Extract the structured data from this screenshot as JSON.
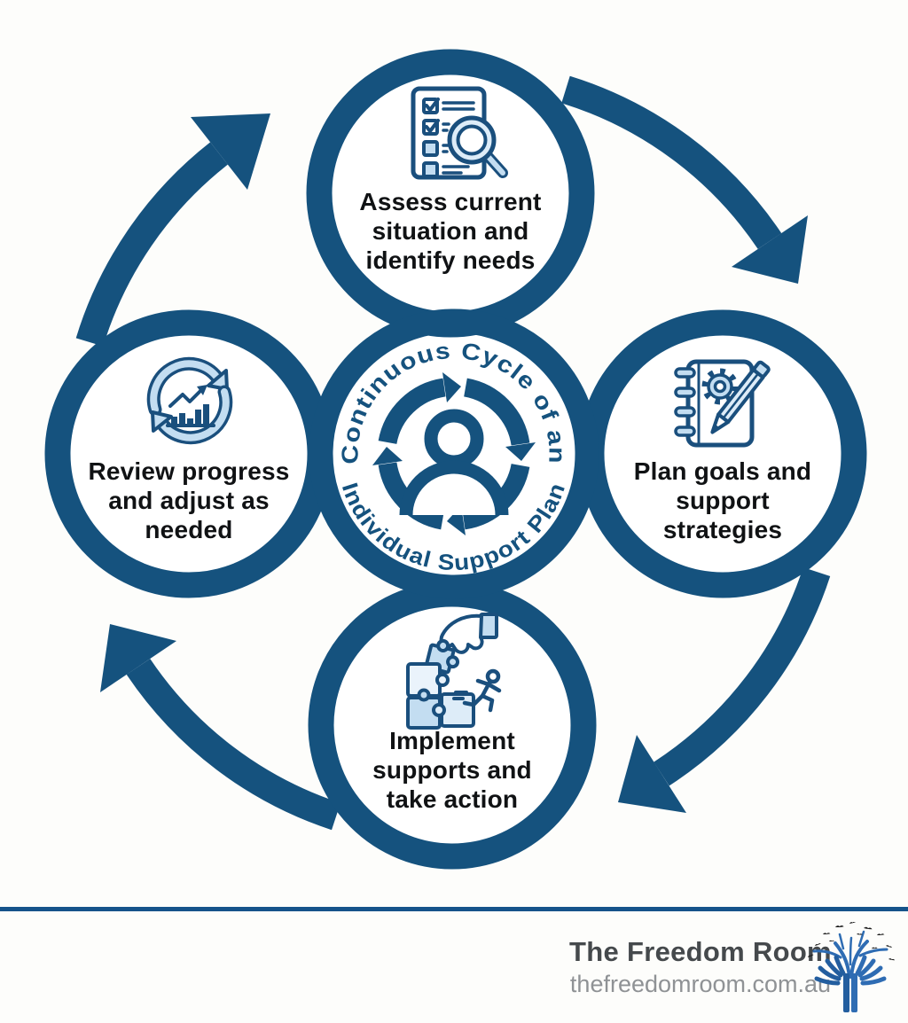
{
  "title": "Continuous Cycle of an Individual Support Plan infographic",
  "colors": {
    "primary_blue": "#15527e",
    "icon_outline": "#1a4f7d",
    "icon_fill_light": "#c3ddf1",
    "icon_fill_lighter": "#ddecf8",
    "label_text": "#101214",
    "divider_blue": "#15538a",
    "footer_brand_color": "#45494c",
    "footer_url_color": "#8f9295",
    "logo_blue": "#2e6cb3"
  },
  "center": {
    "arc_text_top": "Continuous Cycle of an",
    "arc_text_bottom": "Individual Support Plan",
    "person_icon": "person-icon",
    "cycle_icon": "circular-arrows-icon"
  },
  "nodes": [
    {
      "id": "assess",
      "position": "top",
      "icon": "checklist-magnifier-icon",
      "label": "Assess current\nsituation and\nidentify needs"
    },
    {
      "id": "plan",
      "position": "right",
      "icon": "notebook-gear-pencil-icon",
      "label": "Plan goals and\nsupport\nstrategies"
    },
    {
      "id": "implement",
      "position": "bottom",
      "icon": "puzzle-hand-runner-icon",
      "label": "Implement\nsupports and\ntake action"
    },
    {
      "id": "review",
      "position": "left",
      "icon": "refresh-chart-icon",
      "label": "Review progress\nand adjust as\nneeded"
    }
  ],
  "flow": [
    "review-to-assess",
    "assess-to-plan",
    "plan-to-implement",
    "implement-to-review"
  ],
  "footer": {
    "brand": "The Freedom Room",
    "website": "thefreedomroom.com.au",
    "logo": "tree-of-hands-with-birds-logo"
  }
}
